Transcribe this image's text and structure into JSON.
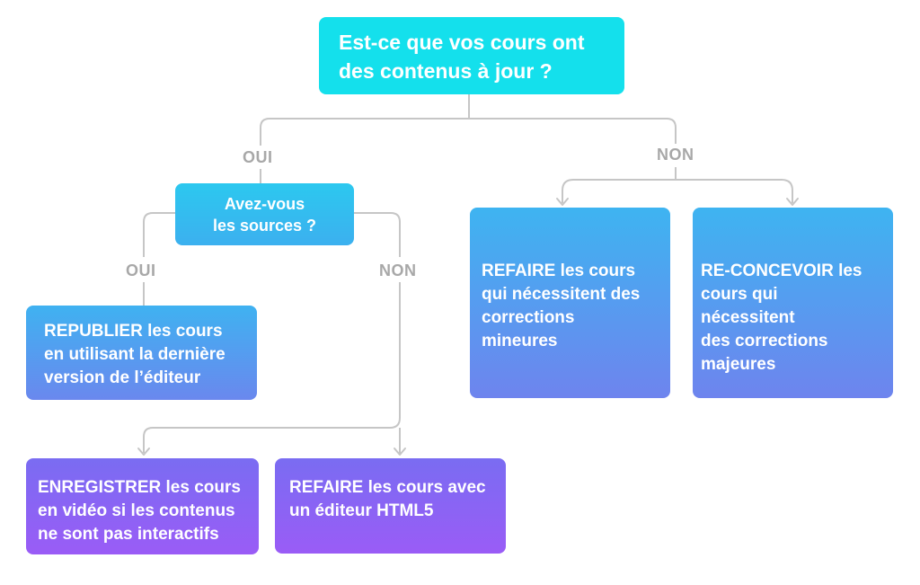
{
  "nodes": {
    "root": {
      "line1": "Est-ce que vos cours ont",
      "line2": "des contenus à jour ?"
    },
    "sources": {
      "line1": "Avez-vous",
      "line2": "les sources ?"
    },
    "republish": {
      "bold": "REPUBLIER",
      "line1": " les cours",
      "line2": "en utilisant la dernière",
      "line3": "version de l’éditeur"
    },
    "redo_minor": {
      "bold": "REFAIRE",
      "line1": " les cours",
      "line2": "qui nécessitent des",
      "line3": "corrections mineures"
    },
    "redesign": {
      "bold": "RE-CONCEVOIR",
      "line1": " les",
      "line2": "cours qui nécessitent",
      "line3": "des corrections",
      "line4": "majeures"
    },
    "record": {
      "bold": "ENREGISTRER",
      "line1": " les cours",
      "line2": "en vidéo si les contenus",
      "line3": "ne sont pas interactifs"
    },
    "html5": {
      "bold": "REFAIRE",
      "line1": " les cours avec",
      "line2": "un éditeur HTML5"
    }
  },
  "edge_labels": {
    "root_yes": "OUI",
    "root_no": "NON",
    "sources_yes": "OUI",
    "sources_no": "NON"
  },
  "colors": {
    "connector": "#c4c4c4",
    "label": "#a8a8a8",
    "root_fill": "#14e0ec",
    "blue_top": "#3eb4f1",
    "blue_bottom": "#6e84ee",
    "purple_top": "#7a6cf2",
    "purple_bottom": "#9a5cf6"
  }
}
